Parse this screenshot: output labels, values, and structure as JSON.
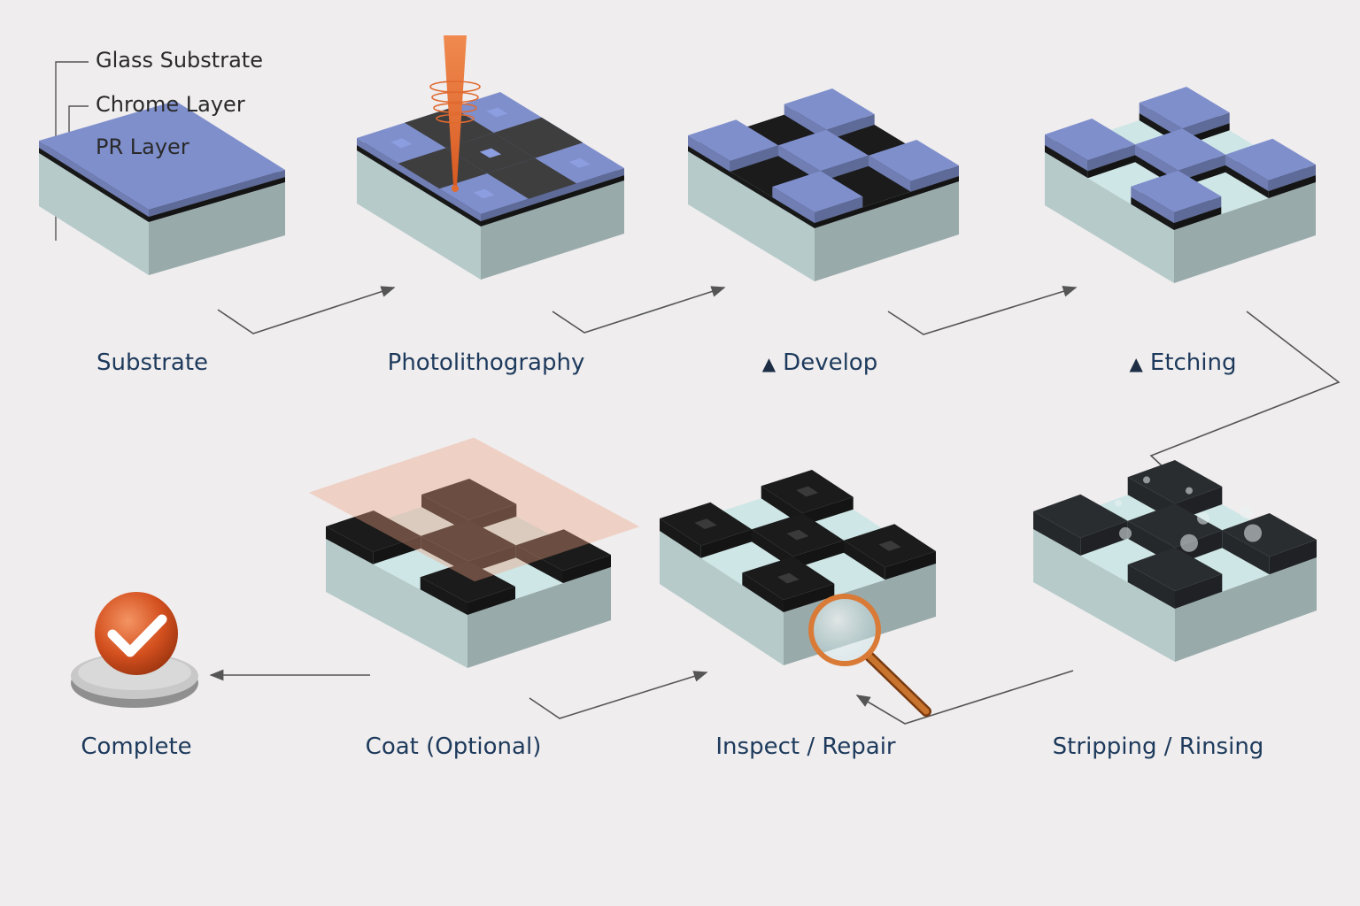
{
  "legend": {
    "glass": "Glass Substrate",
    "chrome": "Chrome Layer",
    "pr": "PR Layer"
  },
  "stages": {
    "substrate": "Substrate",
    "photolithography": "Photolithography",
    "develop": "Develop",
    "etching": "Etching",
    "stripping": "Stripping / Rinsing",
    "inspect": "Inspect / Repair",
    "coat": "Coat (Optional)",
    "complete": "Complete"
  },
  "markers": {
    "develop_marker": "▲",
    "etching_marker": "▲"
  },
  "colors": {
    "background": "#efedee",
    "glass": "#cfe6e6",
    "chrome": "#1b1b1b",
    "photoresist": "#7f8fcc",
    "exposed": "#3e3e3e",
    "laser": "#e36a32",
    "label": "#1d3a5c",
    "complete_badge": "#d4501f"
  },
  "icons": {
    "laser": "laser-beam-icon",
    "magnifier": "magnifying-glass-icon",
    "complete": "checkmark-badge-icon"
  }
}
